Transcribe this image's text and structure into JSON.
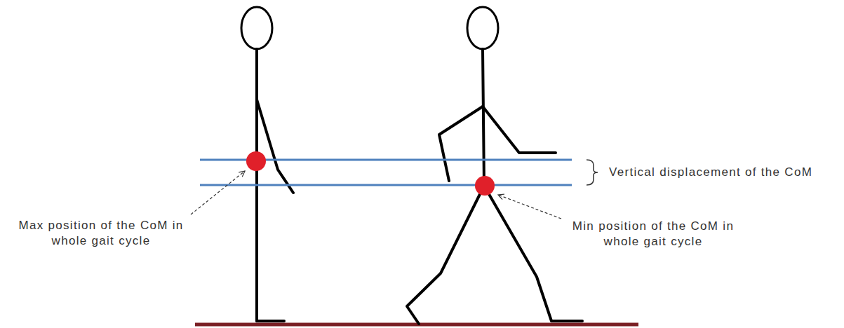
{
  "diagram": {
    "labels": [
      "Vertical displacement of the CoM",
      "Max position of the CoM in whole gait cycle",
      "Min position of the CoM in whole gait cycle"
    ]
  }
}
